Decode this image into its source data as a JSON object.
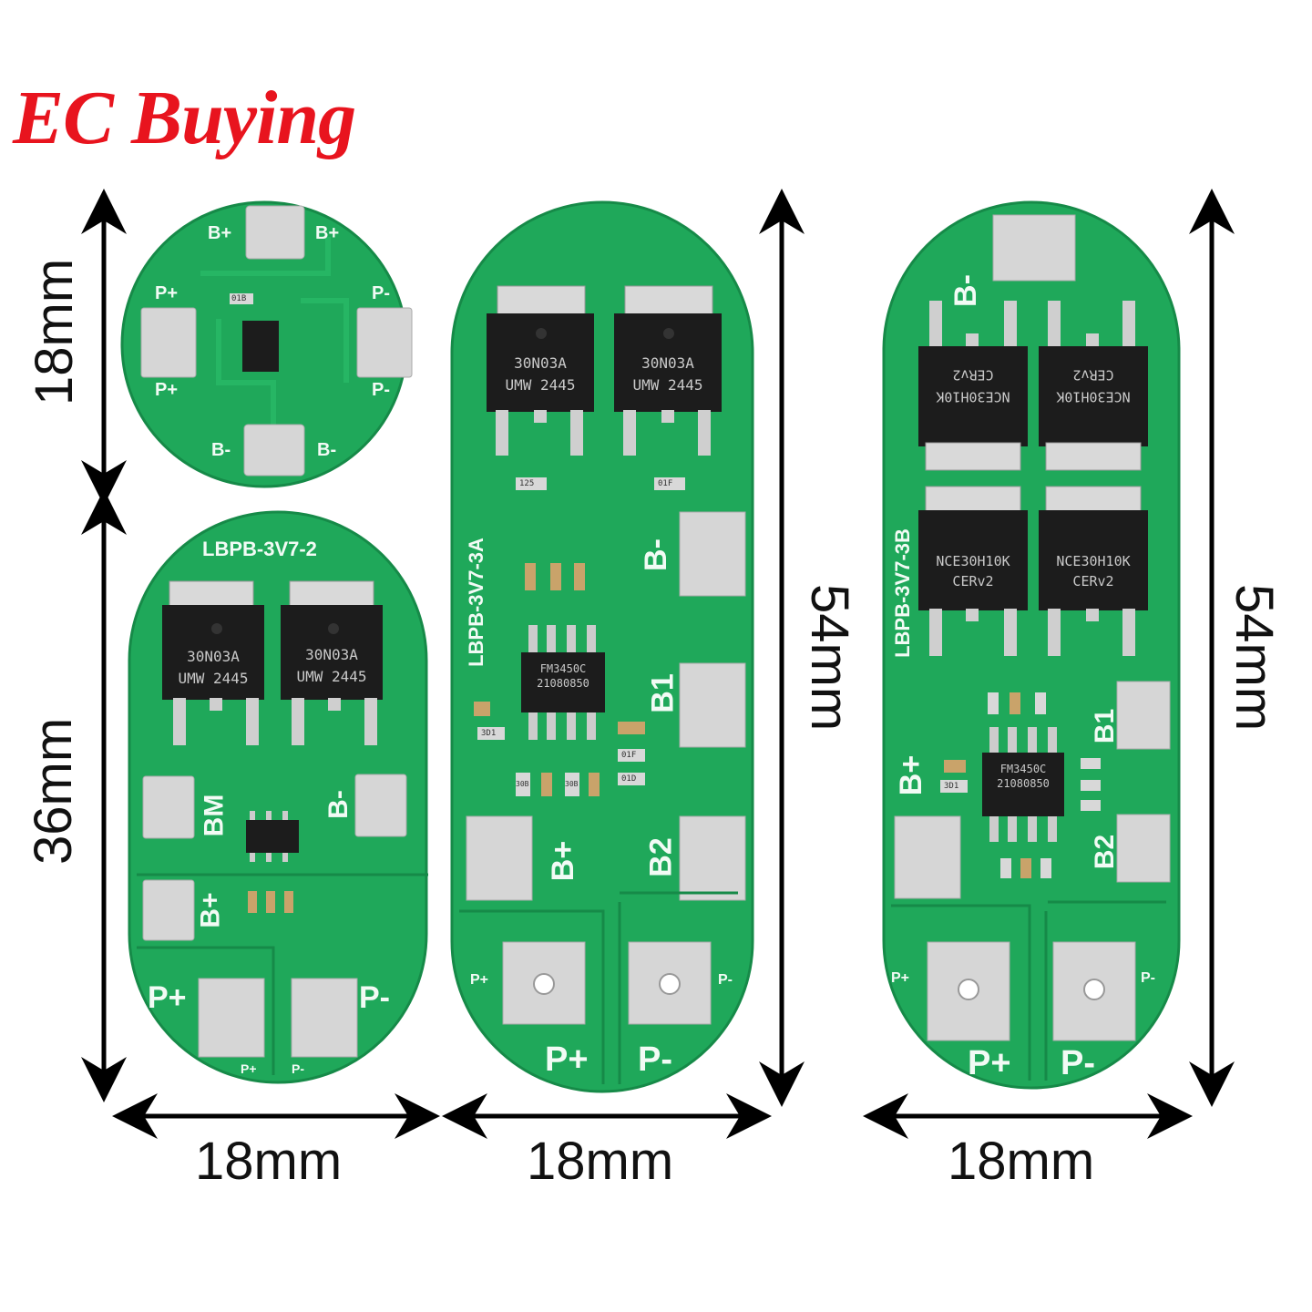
{
  "brand": {
    "text": "EC Buying",
    "color": "#e8141e"
  },
  "dimensions": {
    "small_height": "18mm",
    "mid_height": "36mm",
    "tall_a_height": "54mm",
    "tall_b_height": "54mm",
    "width_1": "18mm",
    "width_2": "18mm",
    "width_3": "18mm"
  },
  "colors": {
    "pcb": "#1fa85a",
    "pcb_dark": "#168a48",
    "pad": "#d6d6d6",
    "chip": "#1c1c1c"
  },
  "board_round": {
    "labels": {
      "b_plus_l": "B+",
      "b_plus_r": "B+",
      "p_plus_tl": "P+",
      "p_plus_bl": "P+",
      "p_minus_tr": "P-",
      "p_minus_br": "P-",
      "b_minus_l": "B-",
      "b_minus_r": "B-",
      "res": "01B"
    }
  },
  "board_2": {
    "model": "LBPB-3V7-2",
    "mosfet_1": {
      "line1": "30N03A",
      "line2": "UMW 2445"
    },
    "mosfet_2": {
      "line1": "30N03A",
      "line2": "UMW 2445"
    },
    "labels": {
      "bm": "BM",
      "b_minus": "B-",
      "b_plus": "B+",
      "p_plus": "P+",
      "p_minus": "P-",
      "p_plus_small": "P+",
      "p_minus_small": "P-"
    }
  },
  "board_3a": {
    "model": "LBPB-3V7-3A",
    "mosfet_1": {
      "line1": "30N03A",
      "line2": "UMW 2445"
    },
    "mosfet_2": {
      "line1": "30N03A",
      "line2": "UMW 2445"
    },
    "ic": {
      "line1": "FM3450C",
      "line2": "21080850"
    },
    "labels": {
      "b_minus": "B-",
      "b1": "B1",
      "b2": "B2",
      "b_plus": "B+",
      "p_plus": "P+",
      "p_minus": "P-",
      "p_plus_small": "P+",
      "p_minus_small": "P-",
      "res1": "125",
      "res2": "01F",
      "res3": "3D1",
      "res4": "01F",
      "res5": "01D",
      "res6": "30B",
      "res7": "30B"
    }
  },
  "board_3b": {
    "model": "LBPB-3V7-3B",
    "mosfet_top_1": {
      "line1": "NCE30H10K",
      "line2": "CERv2"
    },
    "mosfet_top_2": {
      "line1": "NCE30H10K",
      "line2": "CERv2"
    },
    "mosfet_bot_1": {
      "line1": "NCE30H10K",
      "line2": "CERv2"
    },
    "mosfet_bot_2": {
      "line1": "NCE30H10K",
      "line2": "CERv2"
    },
    "ic": {
      "line1": "FM3450C",
      "line2": "21080850"
    },
    "labels": {
      "b_minus": "B-",
      "b1": "B1",
      "b2": "B2",
      "b_plus": "B+",
      "p_plus": "P+",
      "p_minus": "P-",
      "p_plus_small": "P+",
      "p_minus_small": "P-",
      "res1": "3D1"
    }
  }
}
